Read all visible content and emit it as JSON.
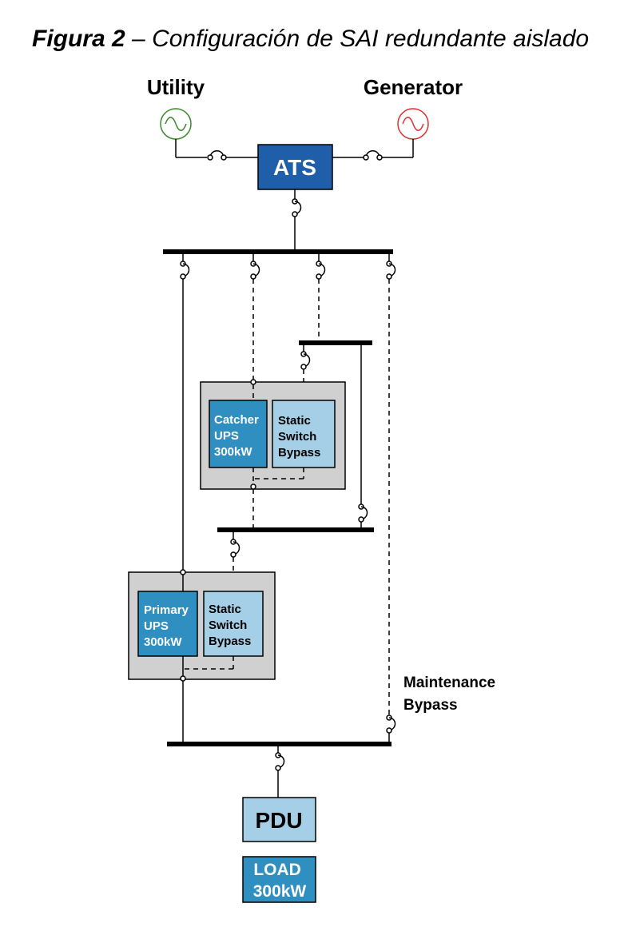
{
  "title": {
    "figure": "Figura 2",
    "separator": " – ",
    "caption": "Configuración de SAI redundante aislado"
  },
  "sources": {
    "utility": {
      "label": "Utility",
      "color": "#3a8a2a"
    },
    "generator": {
      "label": "Generator",
      "color": "#e03030"
    }
  },
  "ats": {
    "label": "ATS",
    "color": "#1f5ea8"
  },
  "catcher": {
    "ups_lines": [
      "Catcher",
      "UPS",
      "300kW"
    ],
    "bypass_lines": [
      "Static",
      "Switch",
      "Bypass"
    ]
  },
  "primary": {
    "ups_lines": [
      "Primary",
      "UPS",
      "300kW"
    ],
    "bypass_lines": [
      "Static",
      "Switch",
      "Bypass"
    ]
  },
  "maintenance": {
    "lines": [
      "Maintenance",
      "Bypass"
    ]
  },
  "pdu": {
    "label": "PDU"
  },
  "load": {
    "lines": [
      "LOAD",
      "300kW"
    ]
  },
  "colors": {
    "ups_fill": "#2f8fc0",
    "bypass_fill": "#a5cfe6",
    "enclosure_fill": "#d0d0d0",
    "pdu_fill": "#a5cfe6",
    "load_fill": "#2f8fc0"
  }
}
